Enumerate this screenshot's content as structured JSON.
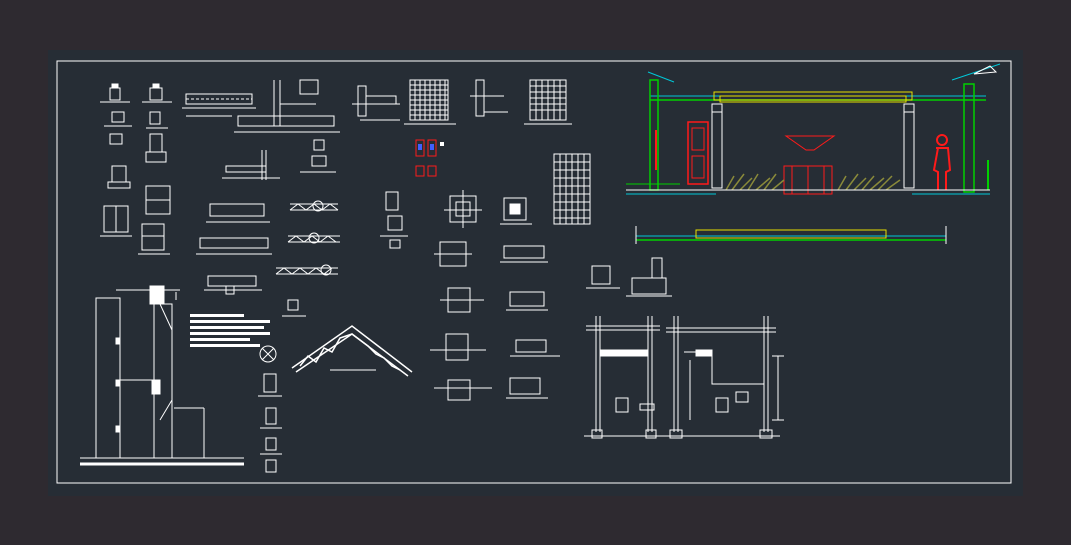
{
  "colors": {
    "app_background": "#2e2a30",
    "model_space": "#262d35",
    "drawing_border": "#ffffff",
    "lines_primary": "#ffffff",
    "walls_green": "#00d000",
    "beam_yellow": "#e8e000",
    "figure_red": "#ff1a1a",
    "grid_cyan": "#00c8d8",
    "plants_olive": "#8a8a3a"
  },
  "icons": {
    "person": "standing-person-silhouette",
    "door": "paneled-door",
    "plants": "shrub-planter",
    "lamp": "hanging-lamp",
    "toilet": "toilet-fixture"
  }
}
